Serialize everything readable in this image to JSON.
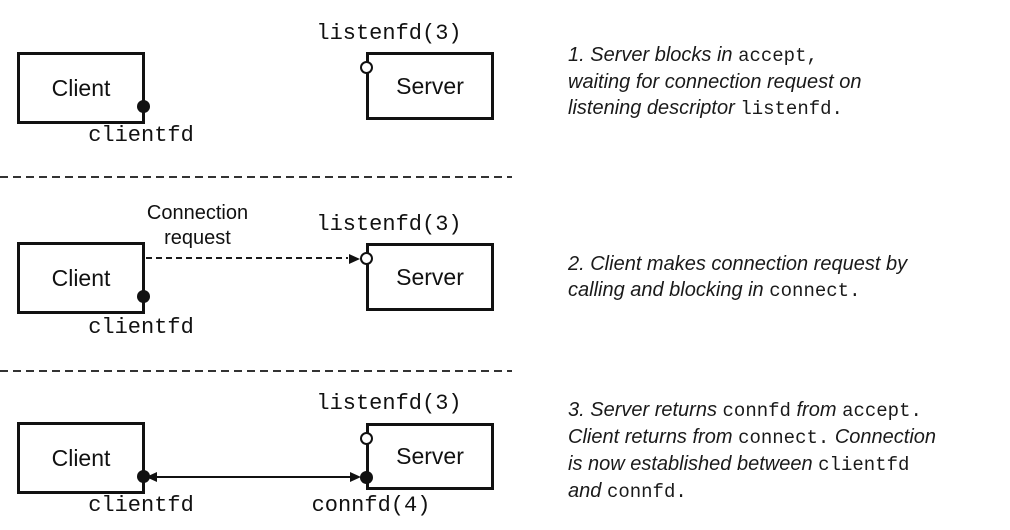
{
  "colors": {
    "ink": "#111111",
    "background": "#ffffff"
  },
  "panels": [
    {
      "step": 1,
      "client": {
        "label": "Client",
        "fd_label": "clientfd"
      },
      "server": {
        "label": "Server",
        "listenfd_label": "listenfd(3)"
      },
      "caption": [
        {
          "t": "1. Server blocks in "
        },
        {
          "t": "accept,",
          "mono": true
        },
        {
          "br": true
        },
        {
          "t": "waiting for connection request on"
        },
        {
          "br": true
        },
        {
          "t": "listening descriptor "
        },
        {
          "t": "listenfd.",
          "mono": true
        }
      ]
    },
    {
      "step": 2,
      "client": {
        "label": "Client",
        "fd_label": "clientfd"
      },
      "server": {
        "label": "Server",
        "listenfd_label": "listenfd(3)"
      },
      "arrow_label_lines": [
        "Connection",
        "request"
      ],
      "caption": [
        {
          "t": "2. Client makes connection request by"
        },
        {
          "br": true
        },
        {
          "t": "calling and blocking in "
        },
        {
          "t": "connect.",
          "mono": true
        }
      ]
    },
    {
      "step": 3,
      "client": {
        "label": "Client",
        "fd_label": "clientfd"
      },
      "server": {
        "label": "Server",
        "listenfd_label": "listenfd(3)",
        "connfd_label": "connfd(4)"
      },
      "caption": [
        {
          "t": "3. Server returns "
        },
        {
          "t": "connfd",
          "mono": true
        },
        {
          "t": " from "
        },
        {
          "t": "accept.",
          "mono": true
        },
        {
          "br": true
        },
        {
          "t": "Client returns from "
        },
        {
          "t": "connect.",
          "mono": true
        },
        {
          "t": " Connection"
        },
        {
          "br": true
        },
        {
          "t": "is now established between "
        },
        {
          "t": "clientfd",
          "mono": true
        },
        {
          "br": true
        },
        {
          "t": "and "
        },
        {
          "t": "connfd.",
          "mono": true
        }
      ]
    }
  ]
}
